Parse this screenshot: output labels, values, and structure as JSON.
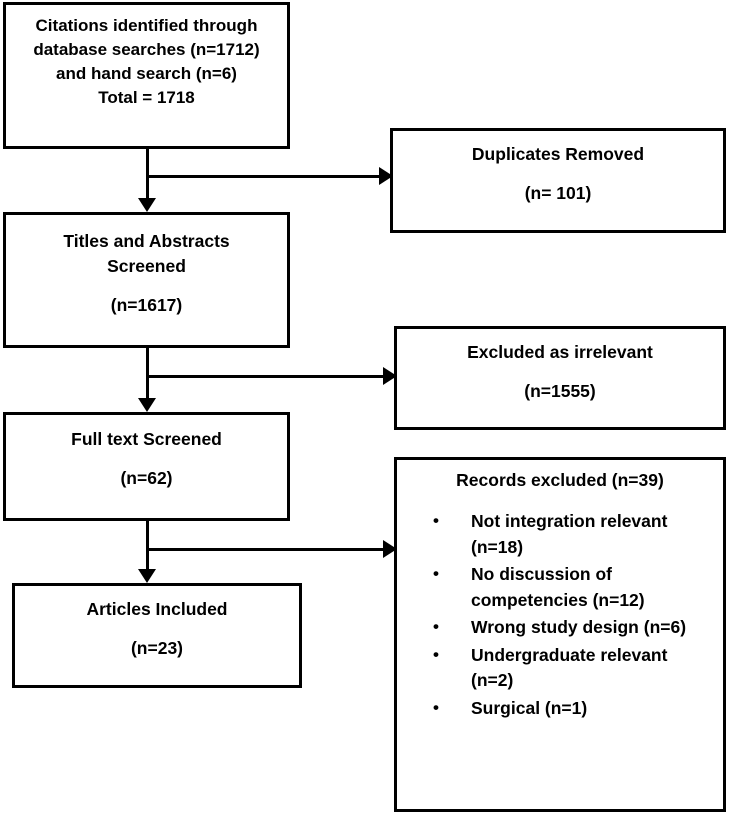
{
  "diagram": {
    "type": "prisma-flow-diagram",
    "colors": {
      "stroke": "#000000",
      "background": "#ffffff",
      "text": "#000000"
    },
    "boxes": {
      "identification": {
        "lines": [
          "Citations identified through",
          "database searches (n=1712)",
          "and hand search (n=6)",
          "Total = 1718"
        ]
      },
      "duplicates": {
        "title": "Duplicates Removed",
        "count": "(n= 101)"
      },
      "screened": {
        "title_line1": "Titles and Abstracts",
        "title_line2": "Screened",
        "count": "(n=1617)"
      },
      "irrelevant": {
        "title": "Excluded as irrelevant",
        "count": "(n=1555)"
      },
      "fulltext": {
        "title": "Full text Screened",
        "count": "(n=62)"
      },
      "records_excluded": {
        "heading": "Records excluded (n=39)",
        "bullet_glyph": "•",
        "items": [
          "Not integration relevant (n=18)",
          "No discussion of competencies (n=12)",
          "Wrong study design (n=6)",
          "Undergraduate relevant (n=2)",
          "Surgical (n=1)"
        ]
      },
      "included": {
        "title": "Articles Included",
        "count": "(n=23)"
      }
    }
  }
}
